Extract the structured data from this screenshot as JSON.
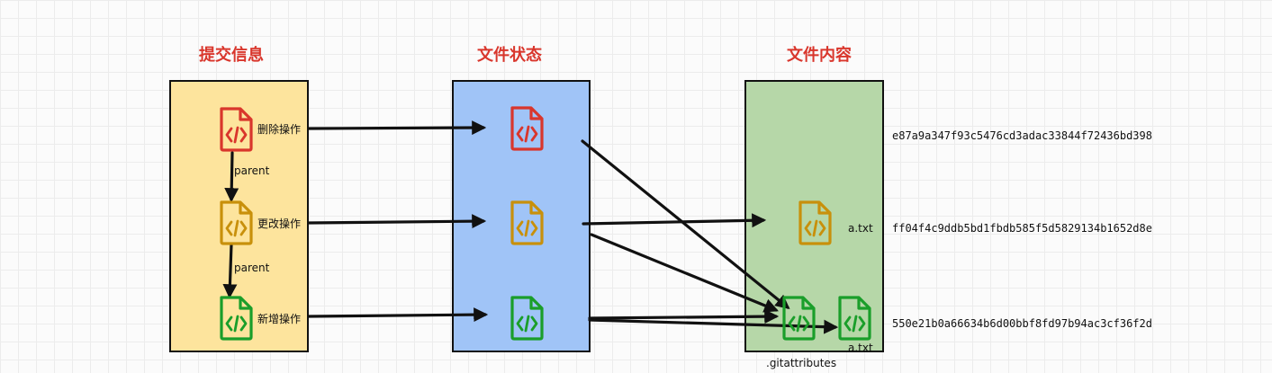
{
  "columns": {
    "commits": {
      "title": "提交信息",
      "fill": "#fde49d"
    },
    "status": {
      "title": "文件状态",
      "fill": "#a0c4f7"
    },
    "content": {
      "title": "文件内容",
      "fill": "#b6d7a8"
    }
  },
  "commits": [
    {
      "label": "删除操作",
      "color": "#d9362c",
      "icon": "code-file-icon"
    },
    {
      "label": "更改操作",
      "color": "#c8900b",
      "icon": "code-file-icon"
    },
    {
      "label": "新增操作",
      "color": "#1a9e2a",
      "icon": "code-file-icon"
    }
  ],
  "parent_labels": [
    "parent",
    "parent"
  ],
  "files": {
    "a_txt_modified": "a.txt",
    "a_txt_added": "a.txt",
    "gitattributes": ".gitattributes"
  },
  "hashes": [
    "e87a9a347f93c5476cd3adac33844f72436bd398",
    "ff04f4c9ddb5bd1fbdb585f5d5829134b1652d8e",
    "550e21b0a66634b6d00bbf8fd97b94ac3cf36f2d"
  ],
  "colors": {
    "red": "#d9362c",
    "orange": "#c8900b",
    "green": "#1a9e2a",
    "line": "#111111"
  }
}
